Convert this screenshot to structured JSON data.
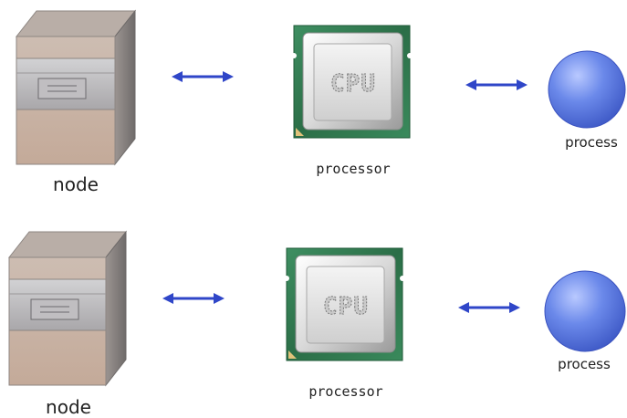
{
  "rows": [
    {
      "node_label": "node",
      "processor_label": "processor",
      "chip_text": "CPU",
      "process_label": "process"
    },
    {
      "node_label": "node",
      "processor_label": "processor",
      "chip_text": "CPU",
      "process_label": "process"
    }
  ],
  "colors": {
    "arrow": "#2f46c8",
    "sphere": "#5b7ce6",
    "chip_board": "#2e7d4f",
    "tower_front": "#c9b2a3",
    "tower_side": "#8c8583",
    "tower_top": "#b5aaa3"
  }
}
